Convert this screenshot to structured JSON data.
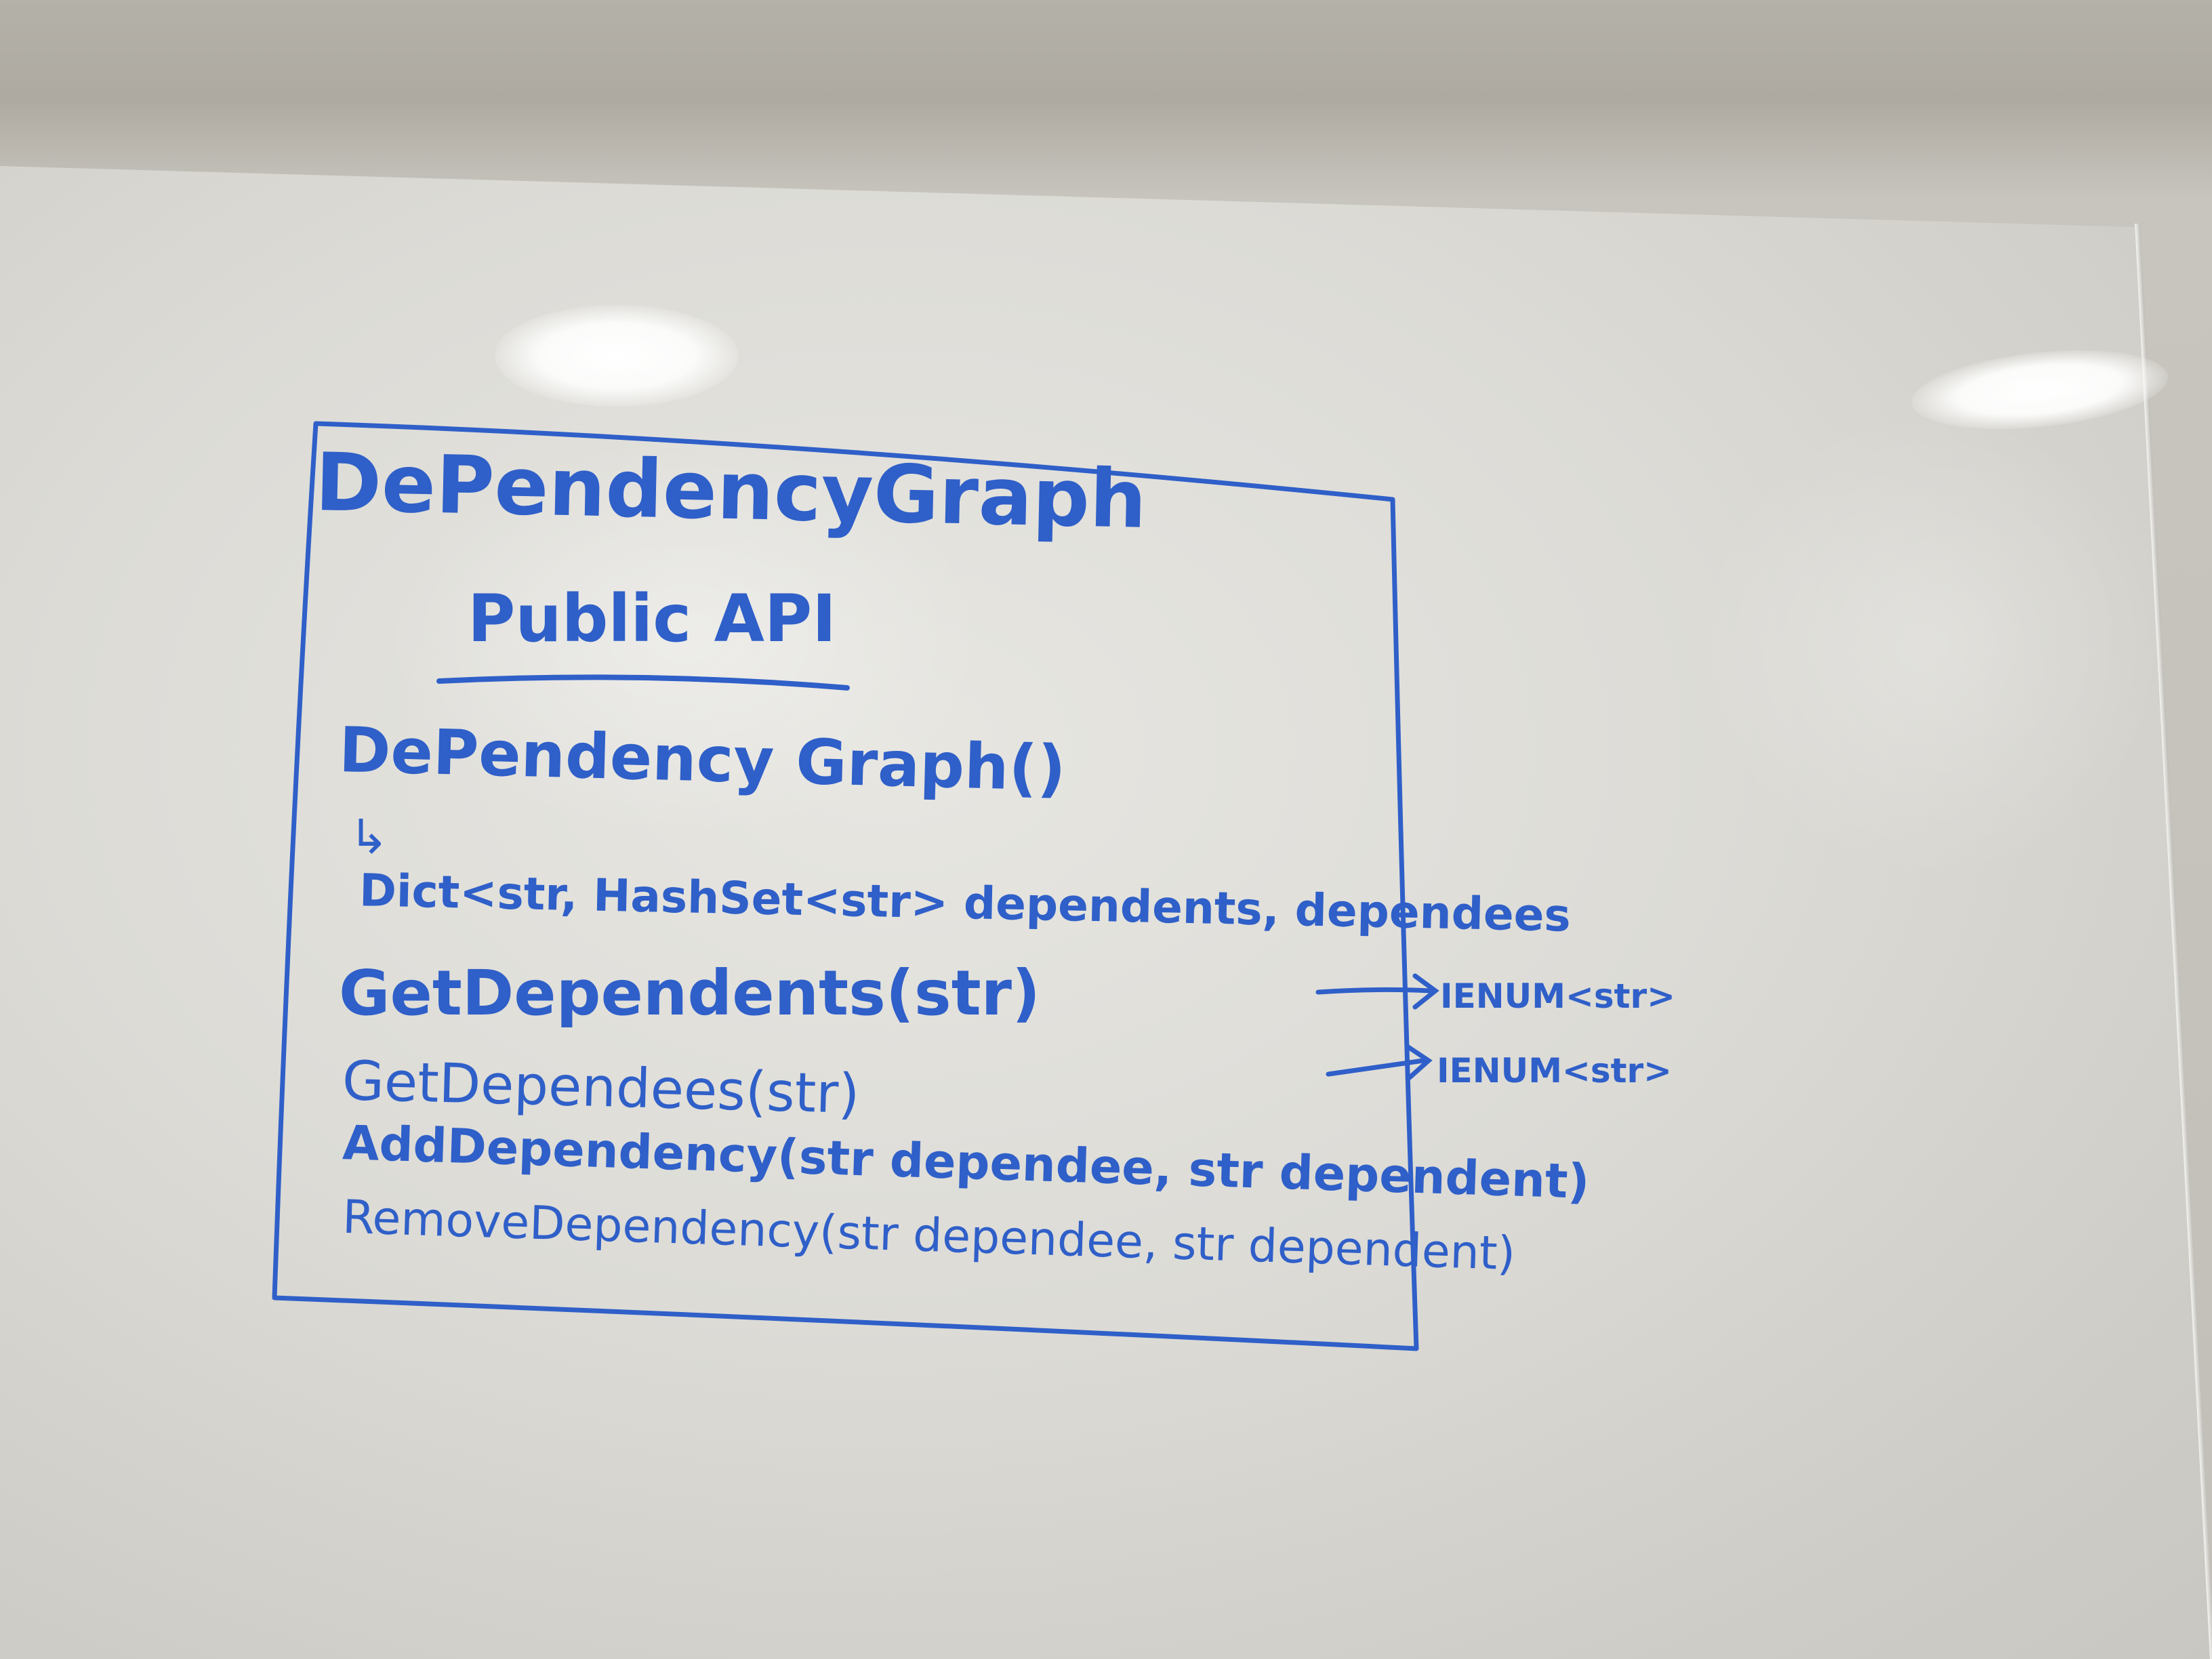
{
  "whiteboard": {
    "title": "DePendencyGraph",
    "subtitle": "Public API",
    "lines": {
      "constructor": "DePendency Graph()",
      "constructor_arrow": "↳",
      "fields": "Dict<str, HashSet<str> dependents, dependees",
      "get_dependents": "GetDependents(str)",
      "get_dependees": "GetDependees(str)",
      "add_dependency": "AddDependency(str dependee, str dependent)",
      "remove_dependency": "RemoveDependency(str dependee, str dependent)"
    },
    "return_types": {
      "get_dependents": "IENUM<str>",
      "get_dependees": "IENUM<str>"
    },
    "ink_color": "#2f5fc8"
  }
}
